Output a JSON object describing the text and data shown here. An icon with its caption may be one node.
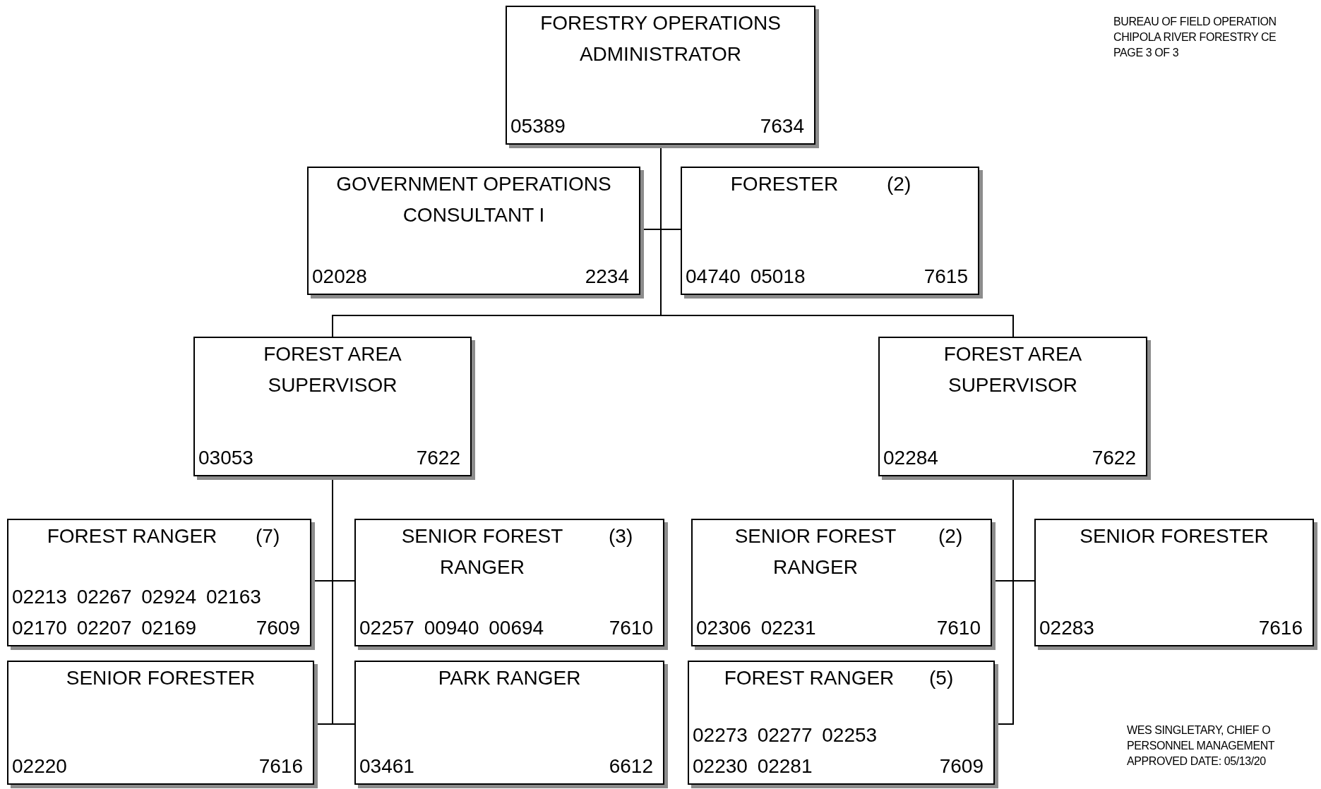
{
  "diagram": {
    "nodes": [
      {
        "text": [
          "FORESTRY OPERATIONS ADMINISTRATOR",
          "05389",
          "7634"
        ]
      },
      {
        "text": [
          "GOVERNMENT OPERATIONS CONSULTANT I",
          "02028",
          "2234"
        ]
      },
      {
        "text": [
          "FORESTER",
          "(2)",
          "04740 05018",
          "7615"
        ]
      },
      {
        "text": [
          "FOREST AREA SUPERVISOR",
          "03053",
          "7622"
        ]
      },
      {
        "text": [
          "FOREST AREA SUPERVISOR",
          "02284",
          "7622"
        ]
      },
      {
        "text": [
          "FOREST RANGER",
          "(7)",
          "02213 02267 02924 02163 02170 02207 02169",
          "7609"
        ]
      },
      {
        "text": [
          "SENIOR FOREST RANGER",
          "(3)",
          "02257 00940 00694",
          "7610"
        ]
      },
      {
        "text": [
          "SENIOR FOREST RANGER",
          "(2)",
          "02306 02231",
          "7610"
        ]
      },
      {
        "text": [
          "SENIOR FORESTER",
          "02283",
          "7616"
        ]
      },
      {
        "text": [
          "SENIOR FORESTER",
          "02220",
          "7616"
        ]
      },
      {
        "text": [
          "PARK RANGER",
          "03461",
          "6612"
        ]
      },
      {
        "text": [
          "FOREST RANGER",
          "(5)",
          "02273 02277 02253 02230 02281",
          "7609"
        ]
      }
    ],
    "edges": [
      {
        "from": 0,
        "to": 1,
        "arrow": "none"
      },
      {
        "from": 0,
        "to": 2,
        "arrow": "none"
      },
      {
        "from": 0,
        "to": 3,
        "arrow": "none"
      },
      {
        "from": 0,
        "to": 4,
        "arrow": "none"
      },
      {
        "from": 3,
        "to": 5,
        "arrow": "none"
      },
      {
        "from": 3,
        "to": 6,
        "arrow": "none"
      },
      {
        "from": 3,
        "to": 9,
        "arrow": "none"
      },
      {
        "from": 3,
        "to": 10,
        "arrow": "none"
      },
      {
        "from": 4,
        "to": 7,
        "arrow": "none"
      },
      {
        "from": 4,
        "to": 8,
        "arrow": "none"
      },
      {
        "from": 4,
        "to": 11,
        "arrow": "none"
      }
    ],
    "labels": [
      "BUREAU OF FIELD OPERATION",
      "CHIPOLA RIVER FORESTRY CE",
      "PAGE 3 OF 3",
      "WES SINGLETARY, CHIEF O",
      "PERSONNEL MANAGEMENT",
      "APPROVED DATE: 05/13/20"
    ]
  }
}
